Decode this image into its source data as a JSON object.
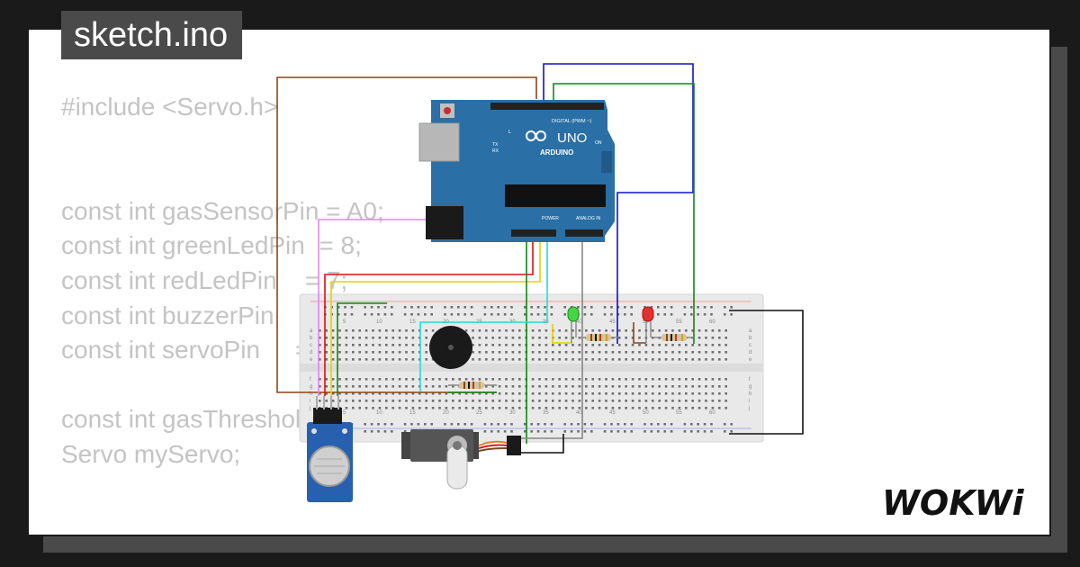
{
  "tab": {
    "filename": "sketch.ino"
  },
  "code_lines": [
    "#include <Servo.h>",
    "",
    "",
    "const int gasSensorPin = A0;",
    "const int greenLedPin  = 8;",
    "const int redLedPin    = 7;",
    "const int buzzerPin    = 6;",
    "const int servoPin     = 9;",
    "",
    "const int gasThreshold = 300;",
    "Servo myServo;"
  ],
  "arduino": {
    "brand": "ARDUINO",
    "model": "UNO",
    "pin_header_top": "DIGITAL (PWM ~)",
    "pin_header_power": "POWER",
    "pin_header_analog": "ANALOG IN",
    "led_l": "L",
    "led_tx": "TX",
    "led_rx": "RX",
    "led_on": "ON"
  },
  "breadboard": {
    "column_numbers": [
      "5",
      "10",
      "15",
      "20",
      "25",
      "30",
      "35",
      "40",
      "45",
      "50",
      "55",
      "60"
    ],
    "rows_top": [
      "a",
      "b",
      "c",
      "d",
      "e"
    ],
    "rows_bottom": [
      "f",
      "g",
      "h",
      "i",
      "j"
    ]
  },
  "wire_colors": {
    "brown": "#8b4513",
    "blue": "#1010d0",
    "green": "#118811",
    "red": "#dd1111",
    "yellow": "#e8d000",
    "cyan": "#22dddd",
    "violet": "#dd88ee",
    "grey": "#888888",
    "black": "#111111"
  },
  "logo": {
    "text": "WOKWi"
  }
}
